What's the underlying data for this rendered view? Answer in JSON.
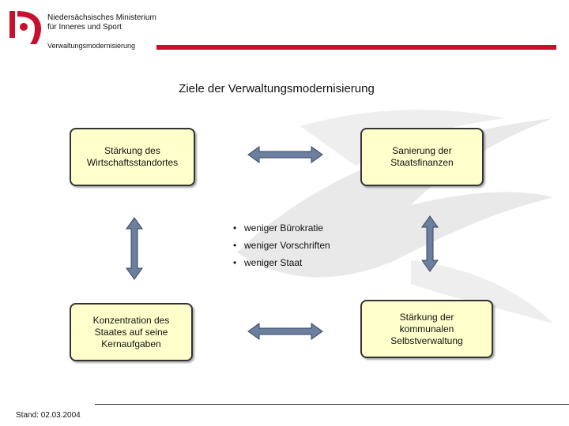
{
  "header": {
    "org_line1": "Niedersächsisches Ministerium",
    "org_line2": "für Inneres und Sport",
    "section": "Verwaltungsmodernisierung"
  },
  "title": "Ziele der Verwaltungsmodernisierung",
  "boxes": {
    "top_left": "Stärkung des Wirtschaftsstandortes",
    "top_right": "Sanierung der Staatsfinanzen",
    "bottom_left": "Konzentration des Staates auf seine Kernaufgaben",
    "bottom_right": "Stärkung der kommunalen Selbstverwaltung"
  },
  "bullets": [
    "weniger Bürokratie",
    "weniger Vorschriften",
    "weniger Staat"
  ],
  "footer": "Stand: 02.03.2004",
  "colors": {
    "accent_red": "#c8102e",
    "box_fill": "#ffffcc",
    "arrow_fill": "#6b7f9e"
  }
}
